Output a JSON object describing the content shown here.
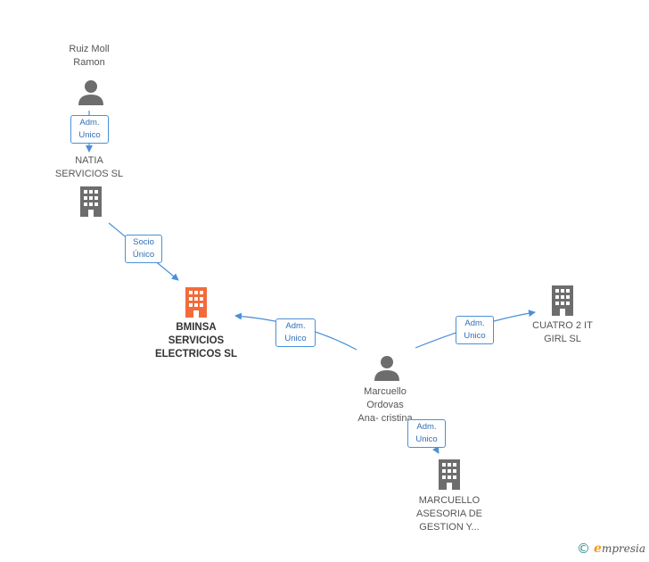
{
  "nodes": {
    "ruiz": {
      "label": "Ruiz Moll\nRamon",
      "type": "person"
    },
    "natia": {
      "label": "NATIA\nSERVICIOS SL",
      "type": "company"
    },
    "bminsa": {
      "label": "BMINSA\nSERVICIOS\nELECTRICOS SL",
      "type": "company",
      "highlight": true
    },
    "marcuello_person": {
      "label": "Marcuello\nOrdovas\nAna- cristina",
      "type": "person"
    },
    "cuatro": {
      "label": "CUATRO 2 IT\nGIRL  SL",
      "type": "company"
    },
    "marcuello_asesoria": {
      "label": "MARCUELLO\nASESORIA DE\nGESTION Y...",
      "type": "company"
    }
  },
  "edges": {
    "ruiz_natia": "Adm.\nUnico",
    "natia_bminsa": "Socio\nÚnico",
    "person_bminsa": "Adm.\nUnico",
    "person_cuatro": "Adm.\nUnico",
    "person_asesoria": "Adm.\nUnico"
  },
  "colors": {
    "company": "#6d6d6d",
    "company_highlight": "#f26b3a",
    "person": "#6d6d6d",
    "edge": "#4a90d9"
  },
  "footer": {
    "copyright_symbol": "©",
    "brand_initial": "e",
    "brand_rest": "mpresia"
  }
}
